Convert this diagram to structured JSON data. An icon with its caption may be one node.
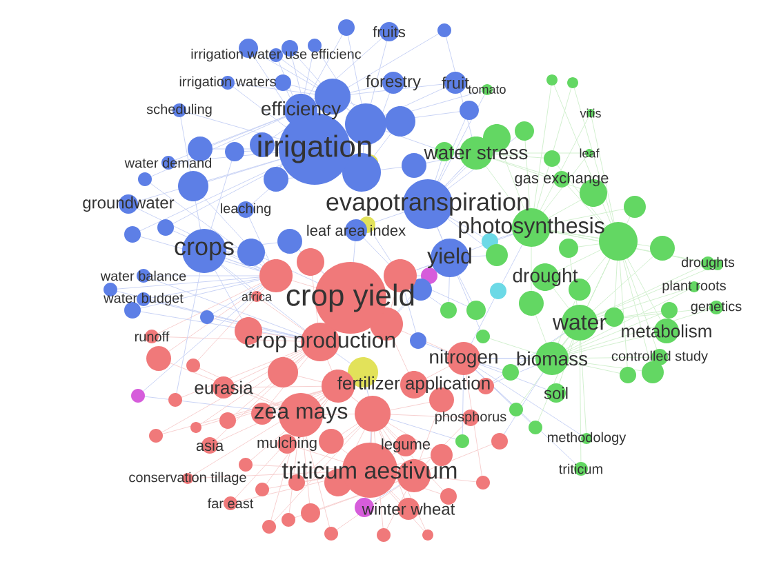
{
  "diagram": {
    "labels": [
      "fruits",
      "irrigation water use efficienc",
      "irrigation waters",
      "forestry",
      "fruit",
      "tomato",
      "vitis",
      "scheduling",
      "efficiency",
      "irrigation",
      "water stress",
      "leaf",
      "water demand",
      "gas exchange",
      "groundwater",
      "leaching",
      "evapotranspiration",
      "photosynthesis",
      "leaf area index",
      "crops",
      "yield",
      "droughts",
      "drought",
      "plant roots",
      "water balance",
      "genetics",
      "africa",
      "water budget",
      "crop yield",
      "runoff",
      "crop production",
      "water",
      "metabolism",
      "nitrogen",
      "biomass",
      "controlled study",
      "eurasia",
      "fertilizer application",
      "soil",
      "zea mays",
      "phosphorus",
      "asia",
      "mulching",
      "legume",
      "methodology",
      "conservation tillage",
      "triticum aestivum",
      "triticum",
      "far east",
      "winter wheat"
    ]
  }
}
